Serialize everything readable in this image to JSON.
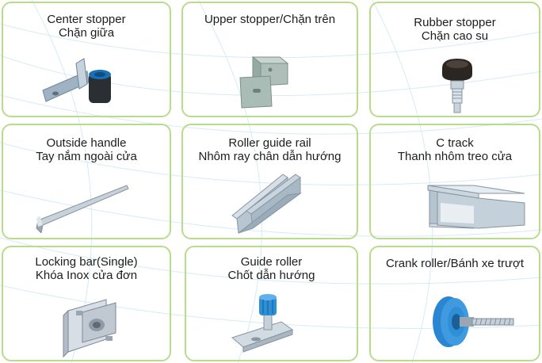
{
  "products": [
    {
      "line1": "Center stopper",
      "line2": "Chặn giữa",
      "icon": "center-stopper-icon"
    },
    {
      "line1": "Upper stopper/Chặn trên",
      "line2": "",
      "icon": "upper-stopper-icon"
    },
    {
      "line1": "Rubber stopper",
      "line2": "Chặn cao su",
      "icon": "rubber-stopper-icon"
    },
    {
      "line1": "Outside handle",
      "line2": "Tay nắm ngoài cửa",
      "icon": "outside-handle-icon"
    },
    {
      "line1": "Roller guide rail",
      "line2": "Nhôm ray chân dẫn hướng",
      "icon": "roller-guide-rail-icon"
    },
    {
      "line1": "C track",
      "line2": "Thanh nhôm treo cửa",
      "icon": "c-track-icon"
    },
    {
      "line1": "Locking bar(Single)",
      "line2": "Khóa Inox cửa đơn",
      "icon": "locking-bar-icon"
    },
    {
      "line1": "Guide roller",
      "line2": "Chốt dẫn hướng",
      "icon": "guide-roller-icon"
    },
    {
      "line1": "Crank roller/Bánh xe trượt",
      "line2": "",
      "icon": "crank-roller-icon"
    }
  ],
  "colors": {
    "border": "#b9dc8c",
    "text": "#1d1d1b",
    "accent_blue": "#2f8fd6",
    "metal": "#b9c7d3"
  }
}
